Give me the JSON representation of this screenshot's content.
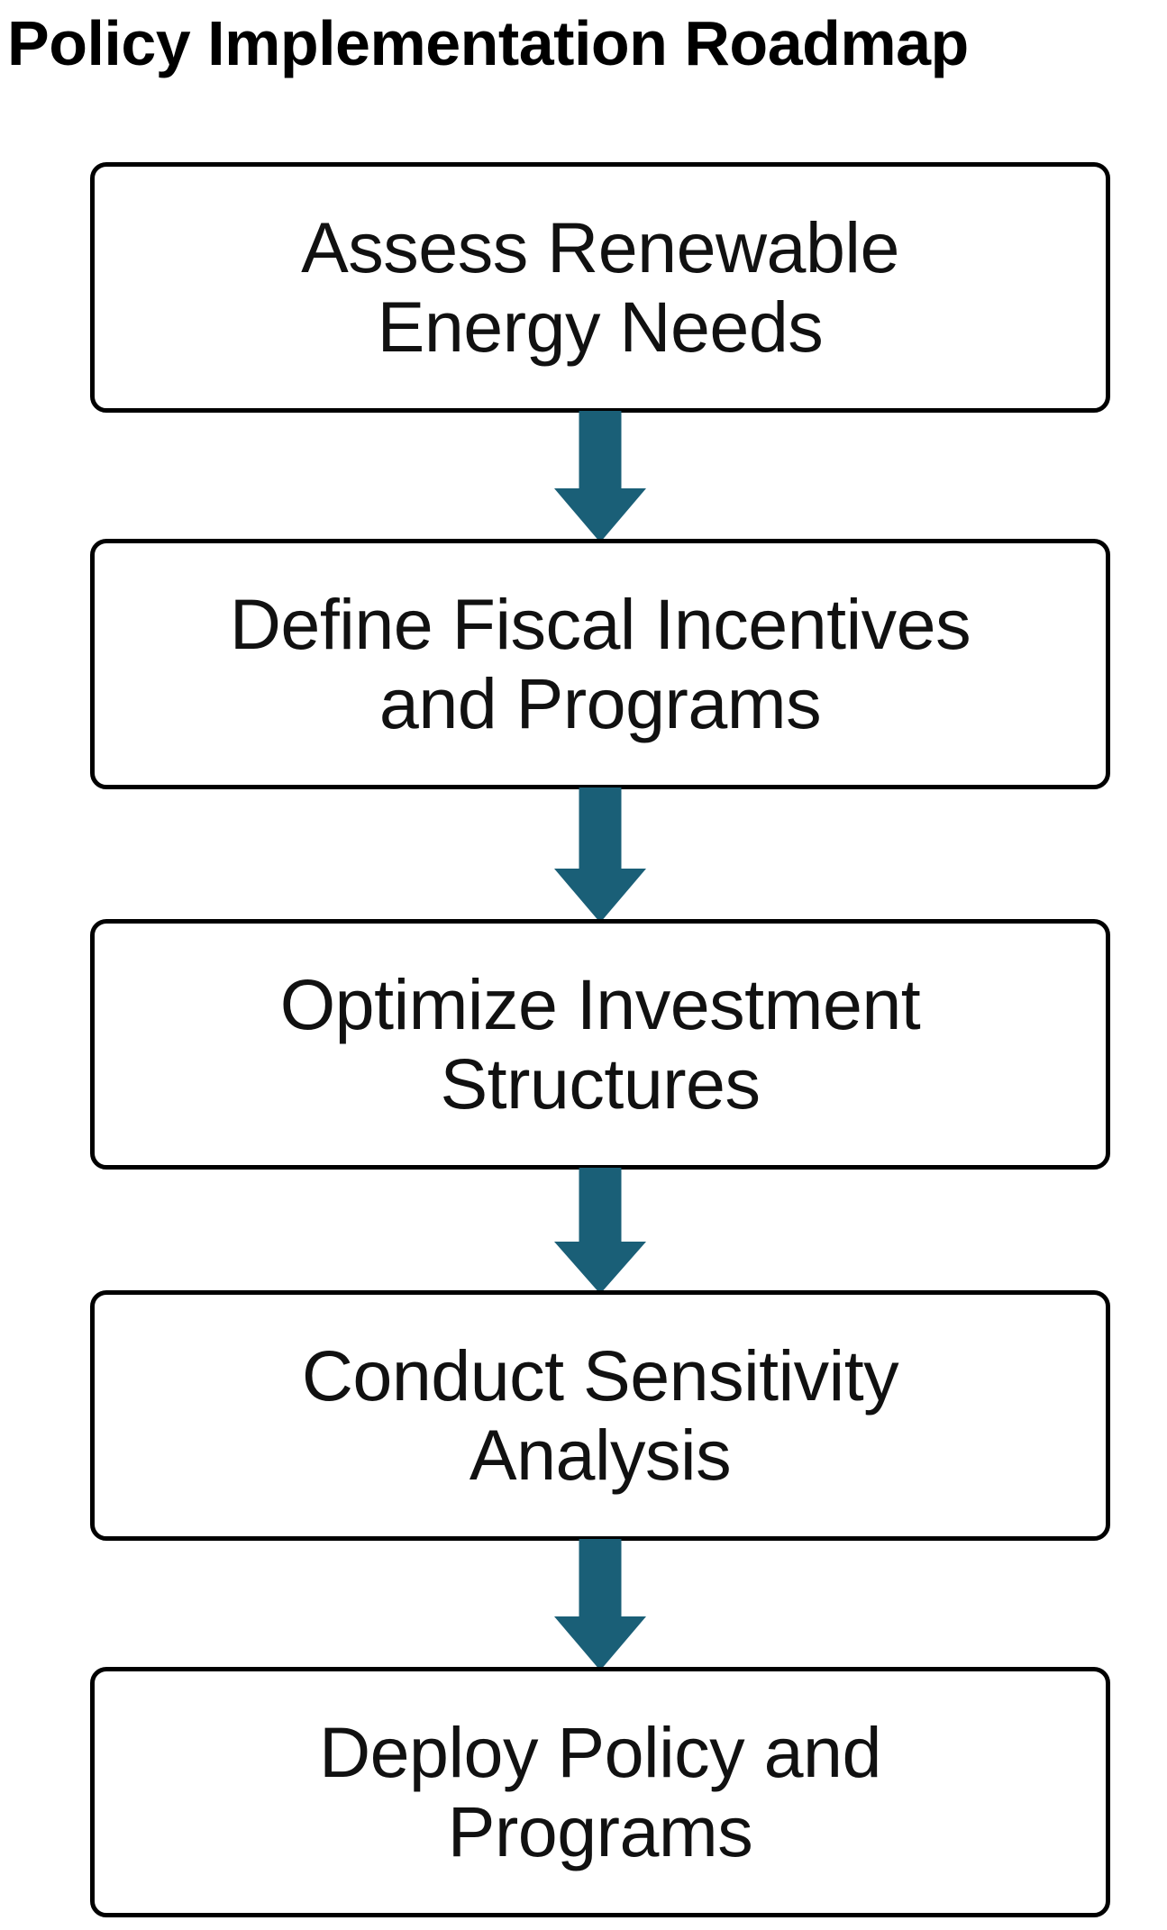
{
  "title": "Policy Implementation Roadmap",
  "colors": {
    "background": "#ffffff",
    "box_border": "#000000",
    "box_fill": "#ffffff",
    "text": "#111111",
    "title_text": "#000000",
    "arrow": "#1a5f77"
  },
  "diagram": {
    "type": "flowchart",
    "orientation": "vertical-top-to-bottom",
    "node_count": 5,
    "connector_count": 4,
    "nodes": [
      {
        "id": "node-1",
        "order": 1,
        "label": "Assess Renewable\nEnergy Needs"
      },
      {
        "id": "node-2",
        "order": 2,
        "label": "Define Fiscal Incentives\nand Programs"
      },
      {
        "id": "node-3",
        "order": 3,
        "label": "Optimize Investment\nStructures"
      },
      {
        "id": "node-4",
        "order": 4,
        "label": "Conduct Sensitivity\nAnalysis"
      },
      {
        "id": "node-5",
        "order": 5,
        "label": "Deploy Policy and\nPrograms"
      }
    ],
    "connectors": [
      {
        "id": "arrow-1",
        "from": "node-1",
        "to": "node-2",
        "shape": "down-arrow"
      },
      {
        "id": "arrow-2",
        "from": "node-2",
        "to": "node-3",
        "shape": "down-arrow"
      },
      {
        "id": "arrow-3",
        "from": "node-3",
        "to": "node-4",
        "shape": "down-arrow"
      },
      {
        "id": "arrow-4",
        "from": "node-4",
        "to": "node-5",
        "shape": "down-arrow"
      }
    ]
  }
}
